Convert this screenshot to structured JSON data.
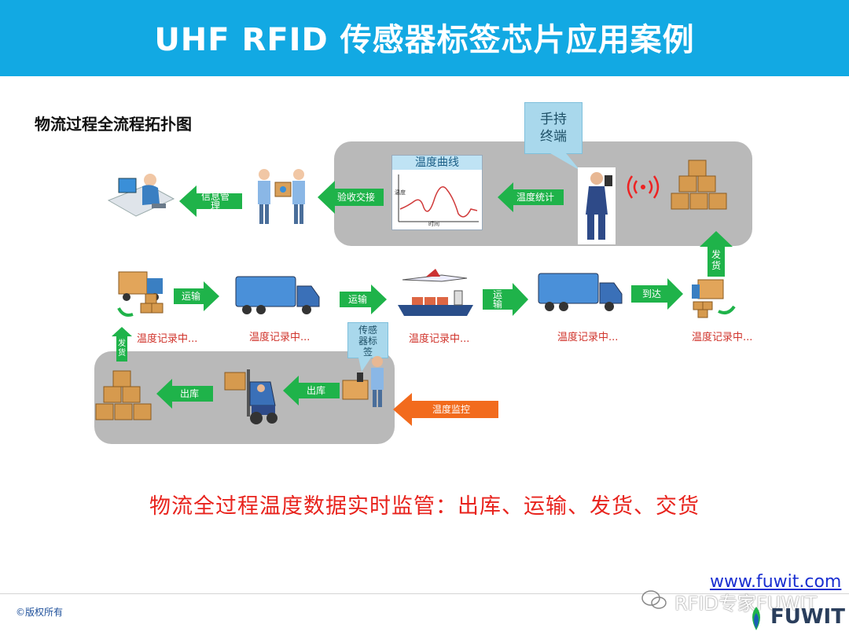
{
  "header": {
    "title": "UHF RFID 传感器标签芯片应用案例"
  },
  "diagram": {
    "subtitle": "物流过程全流程拓扑图",
    "top_row": {
      "arrow_info_mgmt": "信息管\n理",
      "arrow_accept": "验收交接",
      "chart_title": "温度曲线",
      "chart_ylabel": "温度",
      "chart_xlabel": "时间",
      "arrow_temp_stats": "温度统计",
      "handheld_callout": "手持\n终端",
      "arrow_ship_up": "发\n货"
    },
    "middle_row": {
      "arrow_transport_1": "运输",
      "arrow_transport_2": "运输",
      "arrow_transport_3": "运\n输",
      "arrow_arrive": "到达",
      "records": [
        "温度记录中...",
        "温度记录中...",
        "温度记录中...",
        "温度记录中...",
        "温度记录中..."
      ]
    },
    "bottom_row": {
      "arrow_ship_up": "发\n货",
      "arrow_out_1": "出库",
      "arrow_out_2": "出库",
      "sensor_tag_callout": "传感\n器标\n签",
      "arrow_temp_monitor": "温度监控"
    },
    "colors": {
      "green_arrow": "#1fb34a",
      "orange_arrow": "#f26b1d",
      "panel_gray": "#b9b9b9",
      "header_blue": "#12a9e3"
    }
  },
  "message": "物流全过程温度数据实时监管：出库、运输、发货、交货",
  "footer": {
    "copyright": "©版权所有",
    "url": "www.fuwit.com",
    "watermark": "RFID专家FUWIT",
    "brand": "FUWIT"
  }
}
